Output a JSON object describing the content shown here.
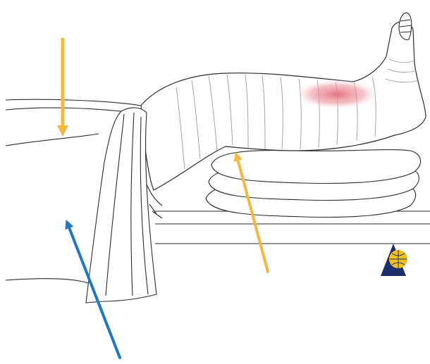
{
  "figure": {
    "subject": "leg-in-splint-elevated-on-pillows",
    "colors": {
      "background": "#ffffff",
      "line": "#2b2b2b",
      "bandage_line": "#9a9a9a",
      "orange_arrow": "#f6b642",
      "blue_arrow": "#1f78c1",
      "pressure_highlight": "#e8838f",
      "logo_navy": "#1d2f6b",
      "logo_yellow": "#f2c21b"
    },
    "arrows": [
      {
        "id": "arrow-down-thigh",
        "color": "orange",
        "direction": "down"
      },
      {
        "id": "arrow-up-knee",
        "color": "orange",
        "direction": "up"
      },
      {
        "id": "arrow-up-towel",
        "color": "blue",
        "direction": "up"
      }
    ],
    "logo_icon": "publisher-logo-icon"
  }
}
